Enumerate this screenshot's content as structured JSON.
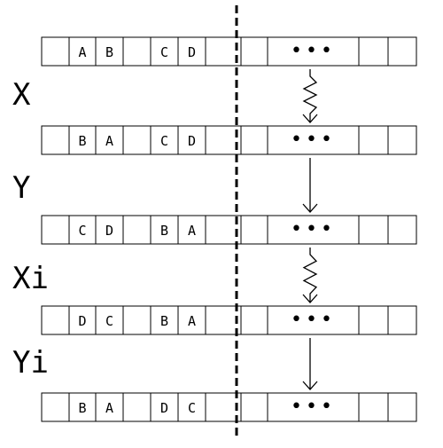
{
  "rows": [
    {
      "cells": [
        "",
        "A",
        "B",
        "",
        "C",
        "D",
        "",
        "",
        "•••",
        "",
        ""
      ]
    },
    {
      "cells": [
        "",
        "B",
        "A",
        "",
        "C",
        "D",
        "",
        "",
        "•••",
        "",
        ""
      ]
    },
    {
      "cells": [
        "",
        "C",
        "D",
        "",
        "B",
        "A",
        "",
        "",
        "•••",
        "",
        ""
      ]
    },
    {
      "cells": [
        "",
        "D",
        "C",
        "",
        "B",
        "A",
        "",
        "",
        "•••",
        "",
        ""
      ]
    },
    {
      "cells": [
        "",
        "B",
        "A",
        "",
        "D",
        "C",
        "",
        "",
        "•••",
        "",
        ""
      ]
    }
  ],
  "operations": [
    {
      "label": "X",
      "arrow": "squiggly"
    },
    {
      "label": "Y",
      "arrow": "straight"
    },
    {
      "label": "Xi",
      "arrow": "squiggly"
    },
    {
      "label": "Yi",
      "arrow": "straight"
    }
  ],
  "colors": {
    "stroke": "#000000",
    "background": "#ffffff"
  }
}
